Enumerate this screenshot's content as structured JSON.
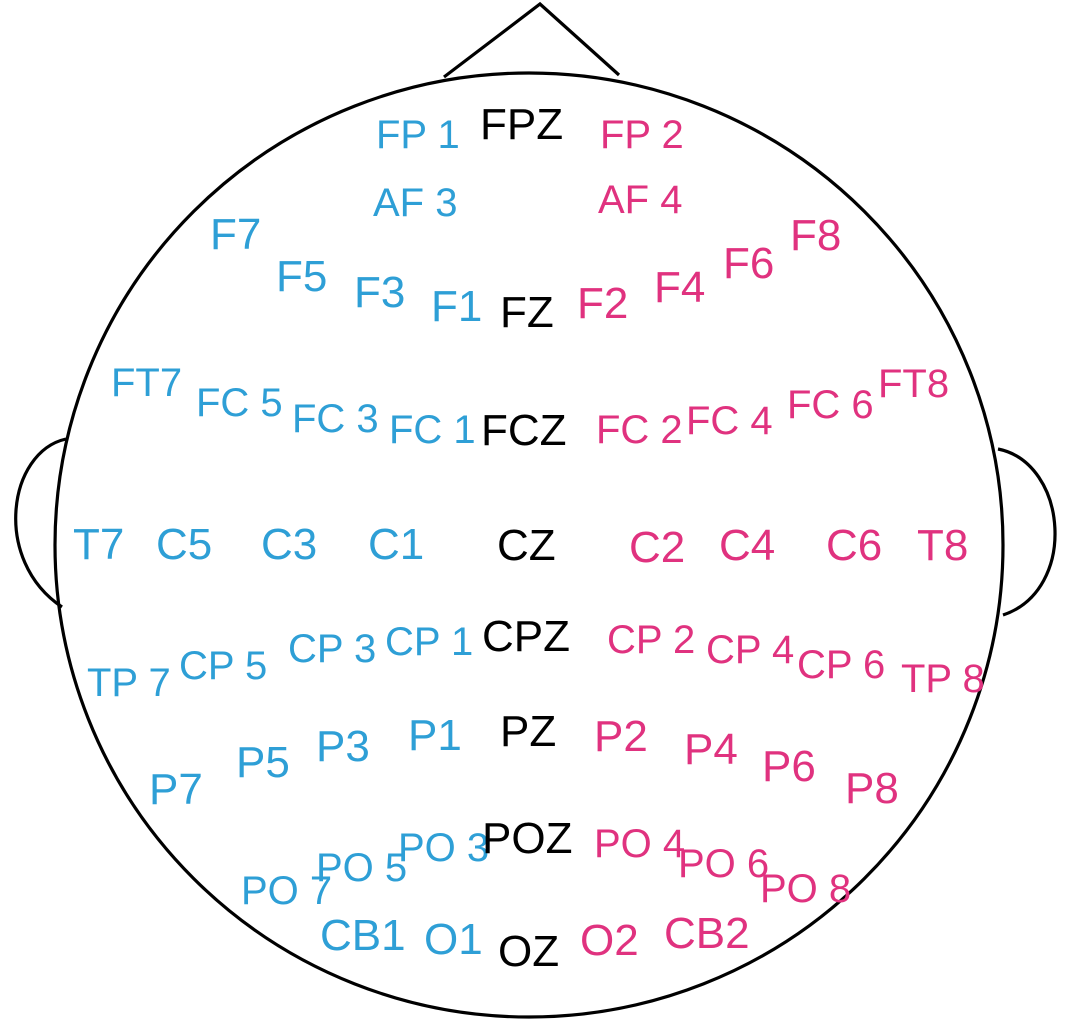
{
  "colors": {
    "left": "#2e9fd6",
    "right": "#e0327f",
    "midline": "#000000",
    "outline": "#000000"
  },
  "electrodes": {
    "left": [
      "FP 1",
      "AF 3",
      "F7",
      "F5",
      "F3",
      "F1",
      "FT7",
      "FC 5",
      "FC 3",
      "FC 1",
      "T7",
      "C5",
      "C3",
      "C1",
      "TP 7",
      "CP 5",
      "CP 3",
      "CP 1",
      "P7",
      "P5",
      "P3",
      "P1",
      "PO 7",
      "PO 5",
      "PO 3",
      "CB1",
      "O1"
    ],
    "midline": [
      "FPZ",
      "FZ",
      "FCZ",
      "CZ",
      "CPZ",
      "PZ",
      "POZ",
      "OZ"
    ],
    "right": [
      "FP 2",
      "AF 4",
      "F2",
      "F4",
      "F6",
      "F8",
      "FC 2",
      "FC 4",
      "FC 6",
      "FT8",
      "C2",
      "C4",
      "C6",
      "T8",
      "CP 2",
      "CP 4",
      "CP 6",
      "TP 8",
      "P2",
      "P4",
      "P6",
      "P8",
      "PO 4",
      "PO 6",
      "PO 8",
      "O2",
      "CB2"
    ]
  }
}
